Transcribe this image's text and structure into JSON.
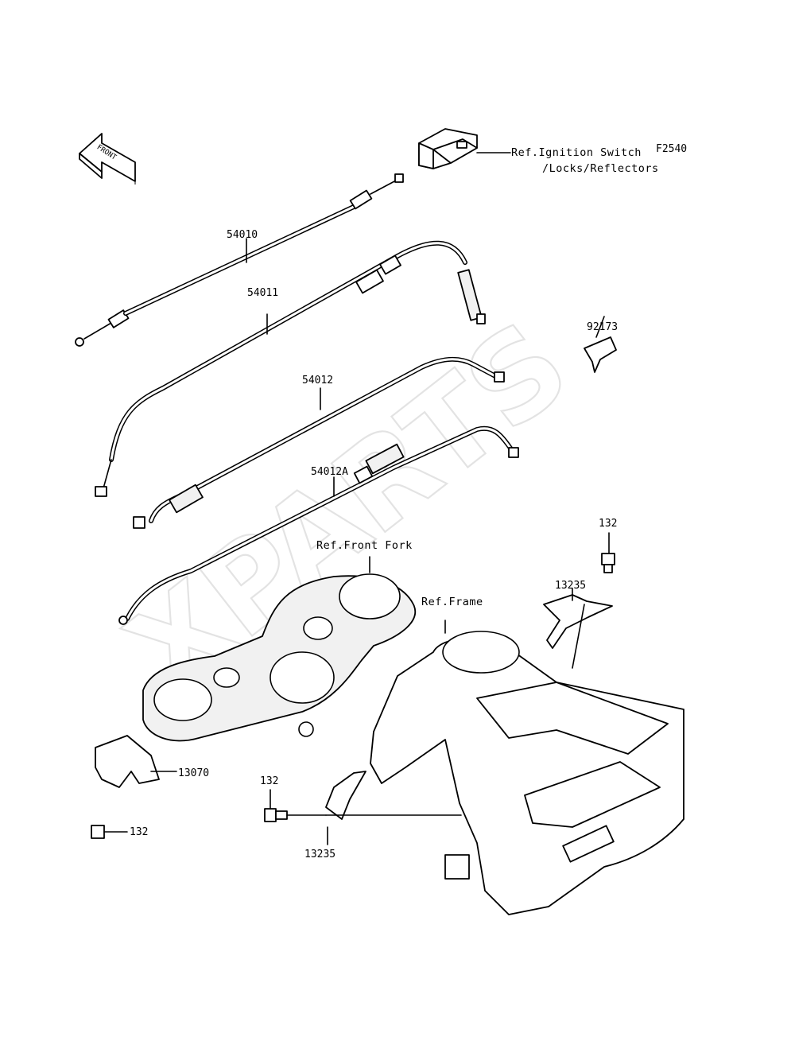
{
  "diagram": {
    "code": "F2540",
    "front_arrow": "FRONT",
    "watermark": "XPARTS",
    "labels": {
      "p54010": "54010",
      "p54011": "54011",
      "p54012": "54012",
      "p54012a": "54012A",
      "p92173": "92173",
      "p132_a": "132",
      "p13235_a": "13235",
      "p13070": "13070",
      "p132_b": "132",
      "p132_c": "132",
      "p13235_b": "13235"
    },
    "refs": {
      "ignition_line1": "Ref.Ignition Switch",
      "ignition_line2": "/Locks/Reflectors",
      "front_fork": "Ref.Front Fork",
      "frame": "Ref.Frame"
    }
  }
}
